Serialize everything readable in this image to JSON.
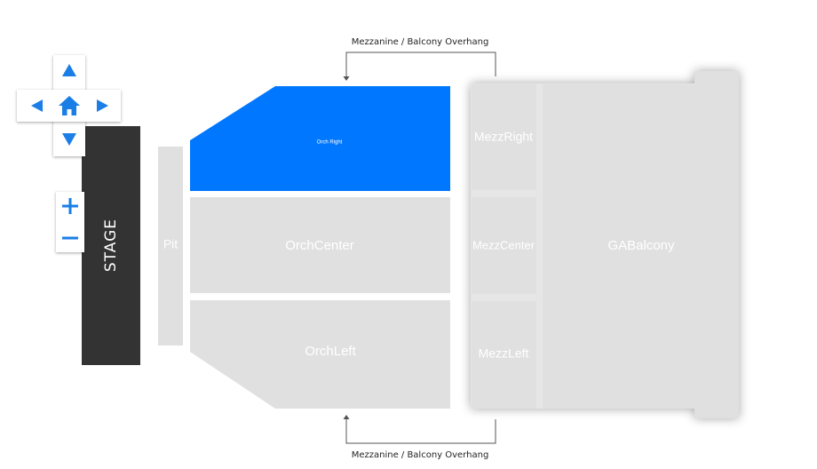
{
  "colors": {
    "selected": "#0077ff",
    "section": "#e0e0e0",
    "stage": "#333333",
    "control_icon": "#1a7ee6",
    "connector": "#555555"
  },
  "stage": {
    "label": "STAGE"
  },
  "sections": {
    "pit": {
      "label": "Pit"
    },
    "orch_right": {
      "label": "Orch Right",
      "selected": true
    },
    "orch_center": {
      "label": "OrchCenter"
    },
    "orch_left": {
      "label": "OrchLeft"
    },
    "mezz_right": {
      "label": "MezzRight"
    },
    "mezz_center": {
      "label": "MezzCenter"
    },
    "mezz_left": {
      "label": "MezzLeft"
    },
    "ga_balcony": {
      "label": "GABalcony"
    }
  },
  "overhang": {
    "top_label": "Mezzanine / Balcony Overhang",
    "bottom_label": "Mezzanine / Balcony Overhang"
  },
  "controls": {
    "pan": [
      "arrow-up-icon",
      "arrow-down-icon",
      "arrow-left-icon",
      "arrow-right-icon",
      "home-icon"
    ],
    "zoom": [
      "plus-icon",
      "minus-icon"
    ]
  }
}
